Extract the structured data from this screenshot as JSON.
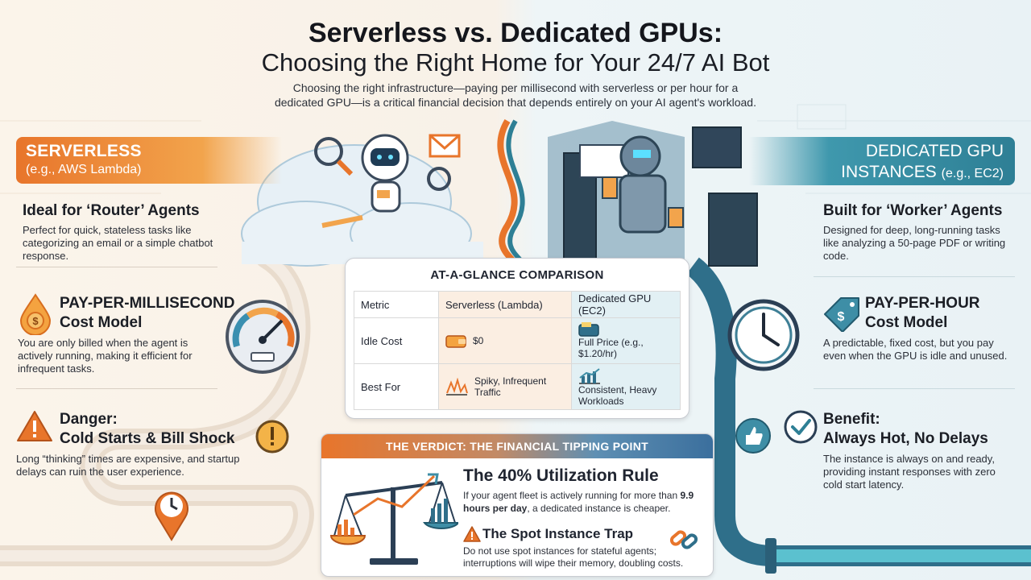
{
  "header": {
    "title_line1": "Serverless vs. Dedicated GPUs:",
    "title_line2": "Choosing the Right Home for Your 24/7 AI Bot",
    "subtitle_line1": "Choosing the right infrastructure—paying per millisecond with serverless or per hour for a",
    "subtitle_line2": "dedicated GPU—is a critical financial decision that depends entirely on your AI agent's workload."
  },
  "serverless": {
    "banner_title": "SERVERLESS",
    "banner_sub": "(e.g., AWS Lambda)",
    "section1": {
      "title": "Ideal for ‘Router’ Agents",
      "text": "Perfect for quick, stateless tasks like categorizing an email or a simple chatbot response."
    },
    "section2": {
      "title_line1": "PAY-PER-MILLISECOND",
      "title_line2": "Cost Model",
      "text": "You are only billed when the agent is actively running, making it efficient for infrequent tasks."
    },
    "section3": {
      "title_line1": "Danger:",
      "title_line2": "Cold Starts & Bill Shock",
      "text": "Long “thinking” times are expensive, and startup delays can ruin the user experience."
    }
  },
  "dedicated": {
    "banner_title_line1": "DEDICATED GPU",
    "banner_title_line2": "INSTANCES",
    "banner_sub": "(e.g., EC2)",
    "section1": {
      "title": "Built for ‘Worker’ Agents",
      "text": "Designed for deep, long-running tasks like analyzing a 50-page PDF or writing code."
    },
    "section2": {
      "title_line1": "PAY-PER-HOUR",
      "title_line2": "Cost Model",
      "text": "A predictable, fixed cost, but you pay even when the GPU is idle and unused."
    },
    "section3": {
      "title_line1": "Benefit:",
      "title_line2": "Always Hot, No Delays",
      "text": "The instance is always on and ready, providing instant responses with zero cold start latency."
    }
  },
  "comparison": {
    "title": "AT-A-GLANCE COMPARISON",
    "headers": [
      "Metric",
      "Serverless (Lambda)",
      "Dedicated GPU (EC2)"
    ],
    "rows": [
      {
        "metric": "Idle Cost",
        "serverless": "$0",
        "dedicated": "Full Price (e.g., $1.20/hr)"
      },
      {
        "metric": "Best For",
        "serverless": "Spiky, Infrequent Traffic",
        "dedicated": "Consistent, Heavy Workloads"
      }
    ]
  },
  "verdict": {
    "header": "THE VERDICT: THE FINANCIAL TIPPING POINT",
    "rule_title": "The 40% Utilization Rule",
    "rule_text_a": "If your agent fleet is actively running for more than ",
    "rule_text_bold": "9.9 hours per day",
    "rule_text_b": ", a dedicated instance is cheaper.",
    "trap_title": "The Spot Instance Trap",
    "trap_text": "Do not use spot instances for stateful agents; interruptions will wipe their memory, doubling costs."
  },
  "colors": {
    "orange": "#e8752b",
    "teal": "#2e7f95",
    "navy": "#2b3f66"
  }
}
